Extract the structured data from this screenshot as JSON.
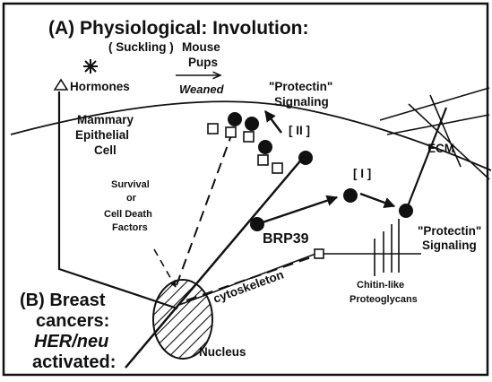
{
  "title": "(A) Physiological: Involution:",
  "stimuli": {
    "suckling": "( Suckling )",
    "mouse_pups_line1": "Mouse",
    "mouse_pups_line2": "Pups",
    "weaned": "Weaned",
    "hormones": "Hormones"
  },
  "cell": {
    "label_line1": "Mammary",
    "label_line2": "Epithelial",
    "label_line3": "Cell",
    "factors_line1": "Survival",
    "factors_line2": "or",
    "factors_line3": "Cell Death",
    "factors_line4": "Factors",
    "nucleus": "Nucleus",
    "cytoskeleton": "cytoskeleton"
  },
  "signaling_top": {
    "line1": "\"Protectin\"",
    "line2": "Signaling",
    "pathway": "[ II ]"
  },
  "signaling_right": {
    "line1": "\"Protectin\"",
    "line2": "Signaling",
    "pathway": "[ I ]"
  },
  "protein": "BRP39",
  "ecm": "ECM",
  "chitin_line1": "Chitin-like",
  "chitin_line2": "Proteoglycans",
  "breast_cancer": {
    "line1": "(B) Breast",
    "line2": "cancers:",
    "line3": "HER/neu",
    "line4": "activated:"
  }
}
